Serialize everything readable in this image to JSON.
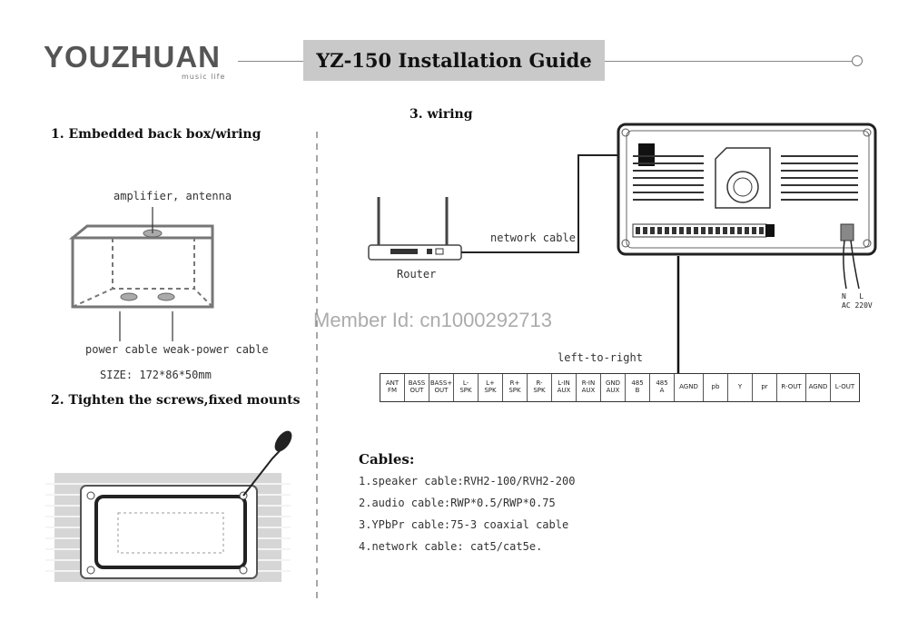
{
  "header": {
    "logo_text": "YOUZHUAN",
    "logo_sub": "music life",
    "title": "YZ-150 Installation Guide"
  },
  "section1": {
    "heading": "1. Embedded back box/wiring",
    "label_top": "amplifier, antenna",
    "label_power": "power cable",
    "label_weak": "weak-power cable",
    "size": "SIZE: 172*86*50mm"
  },
  "section2": {
    "heading": "2. Tighten the screws,fixed mounts"
  },
  "section3": {
    "heading": "3. wiring",
    "router_label": "Router",
    "network_label": "network cable",
    "left_to_right": "left-to-right",
    "ac_label": "N   L\nAC 220V"
  },
  "watermark": "Member Id: cn1000292713",
  "terminals": [
    "ANT\nFM",
    "BASS\nOUT",
    "BASS+\nOUT",
    "L-\nSPK",
    "L+\nSPK",
    "R+\nSPK",
    "R-\nSPK",
    "L-IN\nAUX",
    "R-IN\nAUX",
    "GND\nAUX",
    "485\nB",
    "485\nA",
    "AGND",
    "pb",
    "Y",
    "pr",
    "R-OUT",
    "AGND",
    "L-OUT"
  ],
  "cables": {
    "heading": "Cables:",
    "items": [
      "1.speaker cable:RVH2-100/RVH2-200",
      "2.audio cable:RWP*0.5/RWP*0.75",
      "3.YPbPr cable:75-3 coaxial cable",
      "4.network cable: cat5/cat5e."
    ]
  }
}
